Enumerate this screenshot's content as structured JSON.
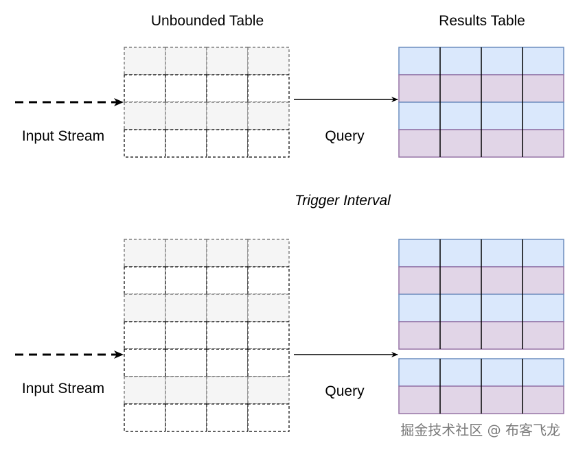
{
  "header": {
    "unbounded_title": "Unbounded Table",
    "results_title": "Results Table"
  },
  "top_section": {
    "input_label": "Input Stream",
    "query_label": "Query"
  },
  "middle": {
    "trigger_label": "Trigger Interval"
  },
  "bottom_section": {
    "input_label": "Input Stream",
    "query_label": "Query"
  },
  "watermark": "掘金技术社区 @ 布客飞龙",
  "colors": {
    "blue_row": "#dae8fc",
    "blue_border": "#6c8ebf",
    "purple_row": "#e1d5e7",
    "purple_border": "#9673a6",
    "gray_fill": "#f5f5f5",
    "line": "#000000"
  },
  "tables": {
    "top_unbounded": {
      "rows": [
        "shaded",
        "blank",
        "shaded",
        "blank"
      ],
      "columns": 4
    },
    "top_results": {
      "rows": [
        "blue",
        "purple",
        "blue",
        "purple"
      ],
      "columns": 4
    },
    "bottom_unbounded": {
      "rows": [
        "shaded",
        "blank",
        "shaded",
        "blank",
        "blank",
        "shaded",
        "blank"
      ],
      "columns": 4
    },
    "bottom_results_group1": {
      "rows": [
        "blue",
        "purple",
        "blue",
        "purple"
      ],
      "columns": 4
    },
    "bottom_results_group2": {
      "rows": [
        "blue",
        "purple"
      ],
      "columns": 4
    }
  }
}
